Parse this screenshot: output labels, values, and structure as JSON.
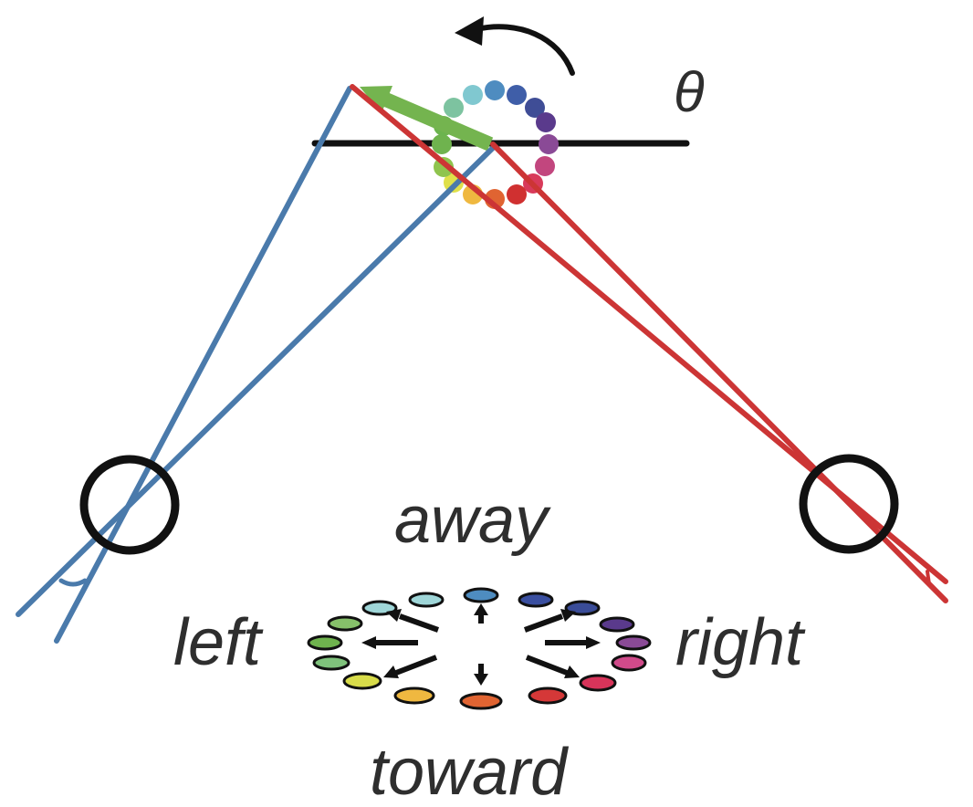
{
  "labels": {
    "theta": "θ",
    "away": "away",
    "left": "left",
    "right": "right",
    "toward": "toward"
  },
  "colors": {
    "left_eye_rays": "#4a7aab",
    "right_eye_rays": "#cc3535",
    "stimulus_arrow": "#74b44f",
    "outline": "#111111",
    "text": "#2e2e2e"
  },
  "color_wheel": [
    "#6fb34e",
    "#7dc3a0",
    "#80c8d0",
    "#4e8cc0",
    "#3f5ea8",
    "#3f4d96",
    "#5a3a8c",
    "#8a4a96",
    "#c2467e",
    "#d83a5a",
    "#d03030",
    "#e06432",
    "#efb840",
    "#dfe04a",
    "#8fc44e",
    "#6cb44e"
  ],
  "motion_legend": [
    "#9fd6d8",
    "#4e8cc0",
    "#3a4fa0",
    "#3a4c98",
    "#5a3a8c",
    "#8a4a96",
    "#d04a8a",
    "#d8345a",
    "#d53838",
    "#e06432",
    "#efb840",
    "#d8dc4a",
    "#7fc27c",
    "#6fb34e",
    "#86c06a"
  ]
}
